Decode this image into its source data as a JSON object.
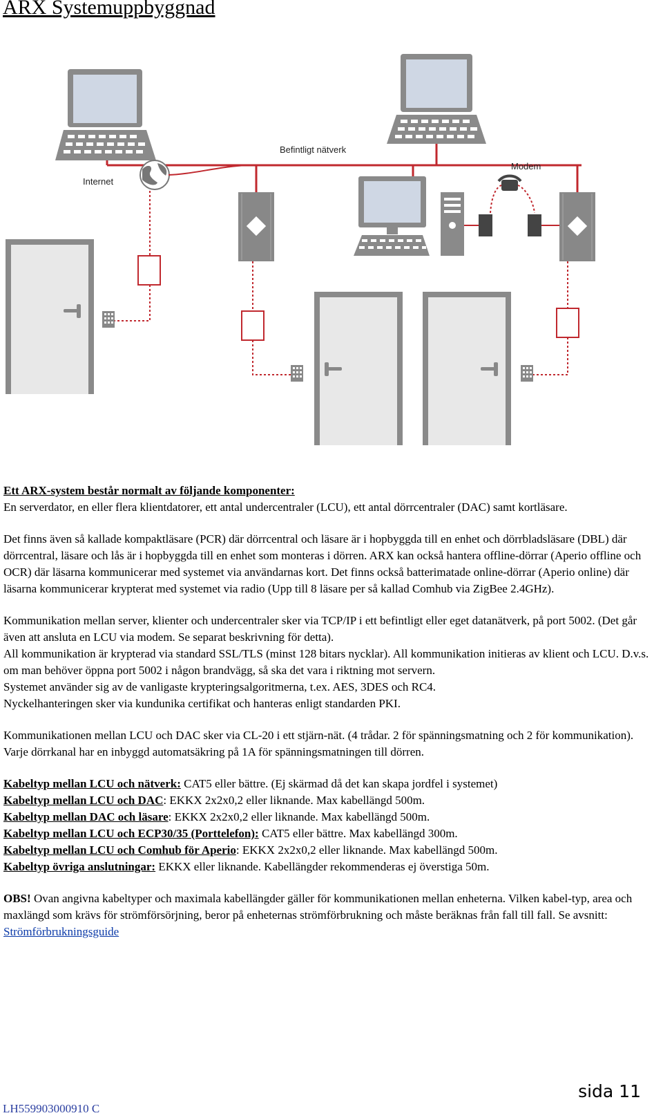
{
  "title": "ARX Systemuppbyggnad",
  "diagram": {
    "labels": {
      "network": "Befintligt nätverk",
      "internet": "Internet",
      "modem": "Modem"
    }
  },
  "intro": {
    "heading": "Ett ARX-system består normalt av följande komponenter:",
    "text": "En serverdator, en eller flera klientdatorer, ett antal undercentraler (LCU), ett antal dörrcentraler (DAC) samt kortläsare."
  },
  "para1": "Det finns även så kallade kompaktläsare (PCR) där dörrcentral och läsare är i hopbyggda till en enhet och dörrbladsläsare (DBL) där dörrcentral, läsare och lås är i hopbyggda till en enhet som monteras i dörren. ARX kan också hantera offline-dörrar (Aperio offline och OCR) där läsarna kommunicerar med systemet via användarnas kort. Det finns också batterimatade online-dörrar (Aperio online) där läsarna kommunicerar krypterat med systemet via radio (Upp till 8 läsare per så kallad Comhub via ZigBee 2.4GHz).",
  "para2": [
    "Kommunikation mellan server, klienter och undercentraler sker via TCP/IP i ett befintligt eller eget datanätverk, på port 5002. (Det går även att ansluta en LCU via modem. Se separat beskrivning för detta).",
    "All kommunikation är krypterad via standard SSL/TLS (minst 128 bitars nycklar). All kommunikation initieras av klient och LCU. D.v.s. om man behöver öppna port 5002 i någon brandvägg, så ska det vara i riktning mot servern.",
    "Systemet använder sig av de vanligaste krypteringsalgoritmerna, t.ex. AES, 3DES och RC4.",
    "Nyckelhanteringen sker via kundunika certifikat och hanteras enligt standarden PKI."
  ],
  "para3": "Kommunikationen mellan LCU och DAC sker via CL-20 i ett stjärn-nät. (4 trådar. 2 för spänningsmatning och 2 för kommunikation). Varje dörrkanal har en inbyggd automatsäkring på 1A för spänningsmatningen till dörren.",
  "cables": [
    {
      "label": "Kabeltyp mellan LCU och nätverk:",
      "text": " CAT5 eller bättre. (Ej skärmad då det kan skapa jordfel i systemet)"
    },
    {
      "label": "Kabeltyp mellan LCU och DAC",
      "text": ": EKKX 2x2x0,2 eller liknande. Max kabellängd 500m."
    },
    {
      "label": "Kabeltyp mellan DAC och läsare",
      "text": ": EKKX 2x2x0,2 eller liknande. Max kabellängd 500m."
    },
    {
      "label": "Kabeltyp mellan LCU och ECP30/35 (Porttelefon):",
      "text": " CAT5 eller bättre. Max kabellängd 300m."
    },
    {
      "label": "Kabeltyp mellan LCU och Comhub för Aperio",
      "text": ": EKKX 2x2x0,2 eller liknande. Max kabellängd 500m."
    },
    {
      "label": "Kabeltyp övriga anslutningar:",
      "text": " EKKX eller liknande. Kabellängder rekommenderas ej överstiga 50m."
    }
  ],
  "obs": {
    "label": "OBS!",
    "text": " Ovan angivna kabeltyper och maximala kabellängder gäller för kommunikationen mellan enheterna. Vilken kabel-typ, area och maxlängd som krävs för strömförsörjning, beror på enheternas strömförbrukning och måste beräknas från fall till fall. Se avsnitt: ",
    "link": "Strömförbrukningsguide"
  },
  "footer": {
    "doc_id": "LH559903000910 C",
    "page": "sida 11"
  },
  "colors": {
    "network_line": "#c0282e",
    "device_gray": "#8a8a8a",
    "link": "#0b3aa8"
  }
}
